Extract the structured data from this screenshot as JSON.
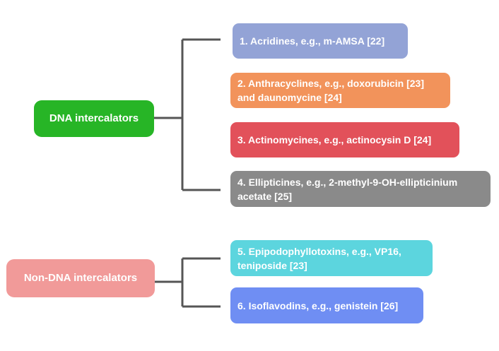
{
  "groups": [
    {
      "label": "DNA intercalators",
      "color": "#27b526",
      "items": [
        {
          "label": "1. Acridines, e.g., m-AMSA [22]",
          "color": "#93a3d6"
        },
        {
          "label": "2. Anthracyclines, e.g., doxorubicin [23] and daunomycine [24]",
          "color": "#f2935b"
        },
        {
          "label": "3. Actinomycines, e.g., actinocysin D [24]",
          "color": "#e2515a"
        },
        {
          "label": "4. Ellipticines, e.g., 2-methyl-9-OH-ellipticinium acetate [25]",
          "color": "#8a8a8a"
        }
      ]
    },
    {
      "label": "Non-DNA intercalators",
      "color": "#f19a99",
      "items": [
        {
          "label": "5. Epipodophyllotoxins, e.g., VP16, teniposide [23]",
          "color": "#5cd5de"
        },
        {
          "label": "6. Isoflavodins, e.g., genistein [26]",
          "color": "#6f8ef3"
        }
      ]
    }
  ],
  "connector_color": "#555555"
}
